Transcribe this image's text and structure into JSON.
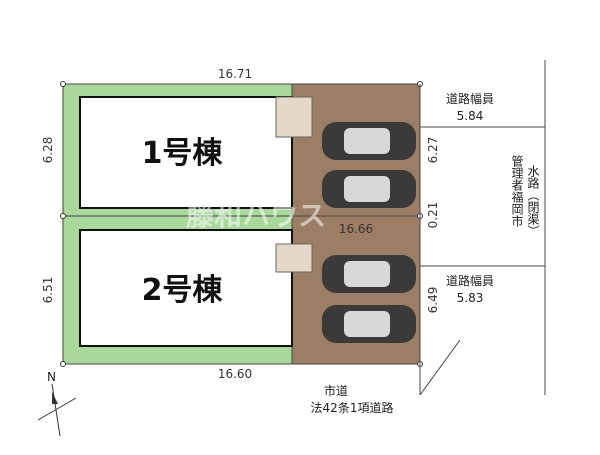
{
  "lots": [
    {
      "building": "1号棟",
      "width_top": "16.71",
      "depth_left": "6.28",
      "road_depth": "6.27"
    },
    {
      "building": "2号棟",
      "width_bottom": "16.60",
      "depth_left": "6.51",
      "road_depth": "6.49"
    }
  ],
  "shared": {
    "divider_gap": "0.21",
    "mid_width": "16.66"
  },
  "road_width_upper": {
    "label": "道路幅員",
    "value": "5.84"
  },
  "road_width_lower": {
    "label": "道路幅員",
    "value": "5.83"
  },
  "waterway_label": [
    "水路（閉渠）",
    "管理者福岡市"
  ],
  "city_road": [
    "市道",
    "法42条1項道路"
  ],
  "compass": "N",
  "watermark": "藤和ハウス",
  "colors": {
    "lawn": "#a8d89a",
    "parking": "#9b7e63",
    "outline": "#444444"
  }
}
